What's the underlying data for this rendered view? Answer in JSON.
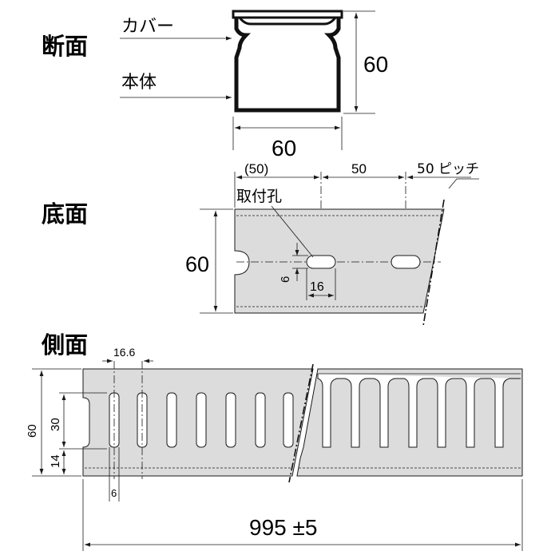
{
  "sections": {
    "cross_section": "断面",
    "bottom": "底面",
    "side": "側面"
  },
  "cross_section": {
    "cover_label": "カバー",
    "body_label": "本体",
    "height": "60",
    "width": "60"
  },
  "bottom": {
    "first_pitch": "(50)",
    "pitch": "50",
    "pitch_note": "50 ピッチ",
    "hole_label": "取付孔",
    "height": "60",
    "hole_height": "6",
    "hole_length": "16"
  },
  "side": {
    "slot_pitch": "16.6",
    "total_height": "60",
    "slot_height": "30",
    "base_height": "14",
    "slot_width": "6",
    "length": "995 ±5"
  }
}
